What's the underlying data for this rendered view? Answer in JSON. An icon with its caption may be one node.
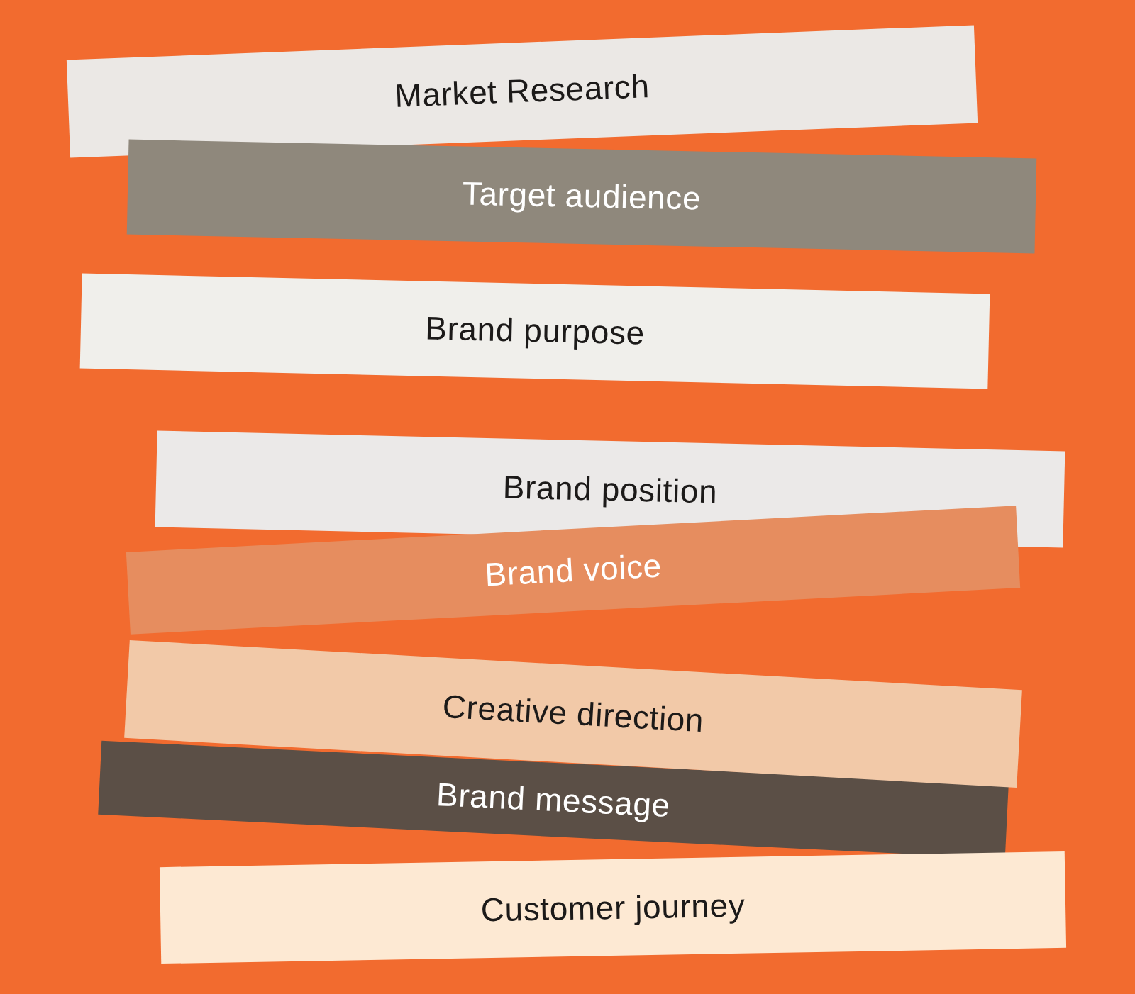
{
  "diagram": {
    "nodes": [
      {
        "text": [
          "Market Research"
        ]
      },
      {
        "text": [
          "Target audience"
        ]
      },
      {
        "text": [
          "Brand purpose"
        ]
      },
      {
        "text": [
          "Brand position"
        ]
      },
      {
        "text": [
          "Brand voice"
        ]
      },
      {
        "text": [
          "Creative direction"
        ]
      },
      {
        "text": [
          "Brand message"
        ]
      },
      {
        "text": [
          "Customer journey"
        ]
      }
    ]
  }
}
